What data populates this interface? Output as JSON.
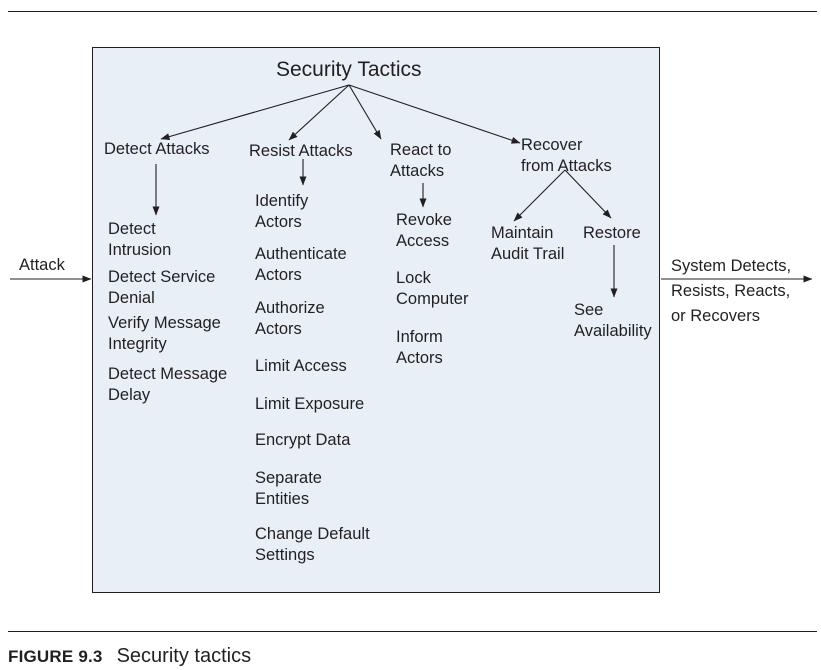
{
  "diagram": {
    "title": "Security Tactics",
    "input_label": "Attack",
    "output_label": "System Detects,\nResists, Reacts,\nor Recovers",
    "categories": {
      "detect": {
        "label": "Detect Attacks",
        "tactics": [
          "Detect\nIntrusion",
          "Detect Service\nDenial",
          "Verify Message\nIntegrity",
          "Detect Message\nDelay"
        ]
      },
      "resist": {
        "label": "Resist Attacks",
        "tactics": [
          "Identify\nActors",
          "Authenticate\nActors",
          "Authorize\nActors",
          "Limit Access",
          "Limit Exposure",
          "Encrypt Data",
          "Separate\nEntities",
          "Change Default\nSettings"
        ]
      },
      "react": {
        "label": "React to\nAttacks",
        "tactics": [
          "Revoke\nAccess",
          "Lock\nComputer",
          "Inform\nActors"
        ]
      },
      "recover": {
        "label": "Recover\nfrom Attacks",
        "maintain": "Maintain\nAudit Trail",
        "restore": "Restore",
        "see_availability": "See\nAvailability"
      }
    }
  },
  "caption": {
    "figure_number": "FIGURE 9.3",
    "text": "Security tactics"
  },
  "colors": {
    "panel_fill": "#e8eff7",
    "ink": "#231f20",
    "background": "#ffffff"
  }
}
